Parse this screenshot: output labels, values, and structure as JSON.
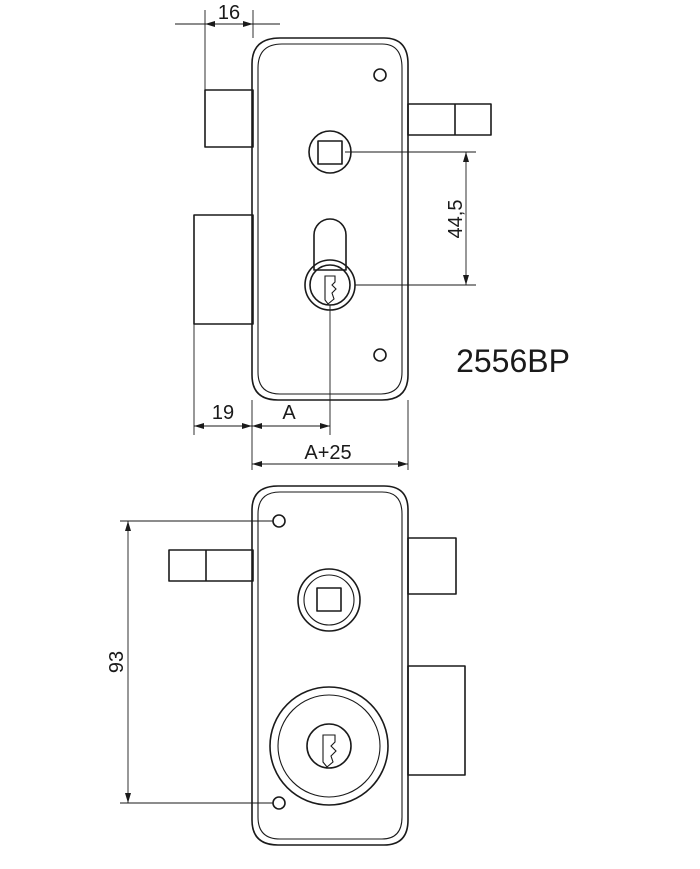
{
  "model_code": "2556BP",
  "dimensions": {
    "top_bolt_offset": "16",
    "keyhole_spacing": "44,5",
    "bolt_projection": "19",
    "backset": "A",
    "total_width": "A+25",
    "screw_spacing": "93"
  },
  "colors": {
    "line": "#1a1a1a",
    "background": "#ffffff"
  }
}
